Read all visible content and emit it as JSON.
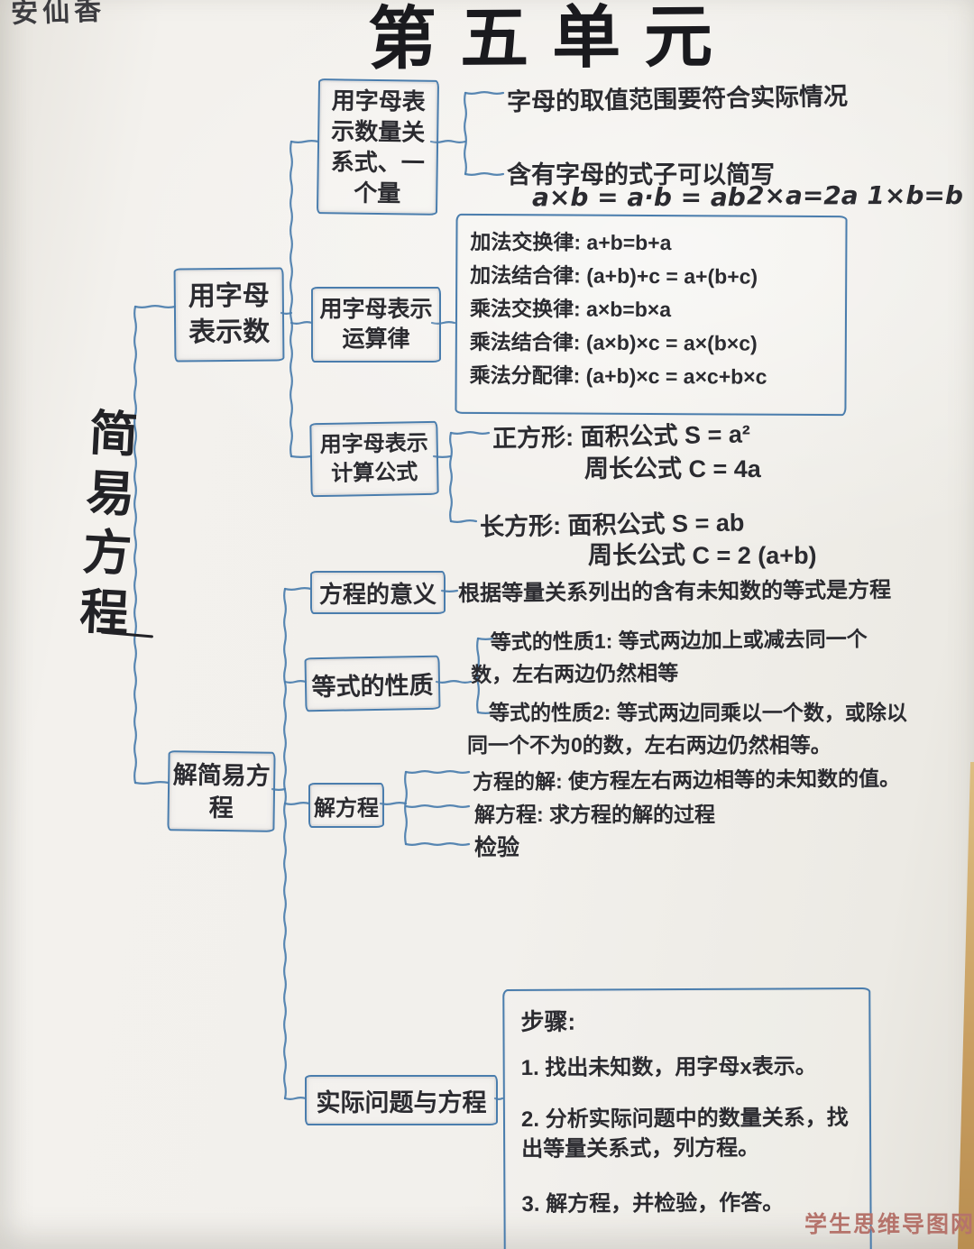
{
  "page": {
    "title": "第五单元",
    "corner_name": "安仙香",
    "watermark": "学生思维导图网"
  },
  "colors": {
    "ink_blue": "#4a7dad",
    "ink_black": "#2b2b30",
    "paper": "#f0eeea",
    "watermark_red": "#b5736b",
    "wood": "#c79d60"
  },
  "root": {
    "label": "简易方程"
  },
  "branch1": {
    "label": "用字母表示数",
    "node_quantity": {
      "label": "用字母表示数量关系式、一个量",
      "note1": "字母的取值范围要符合实际情况",
      "note2": "含有字母的式子可以简写",
      "formula1": "a×b = a·b = ab",
      "formula2": "2×a=2a   1×b=b"
    },
    "node_laws": {
      "label": "用字母表示运算律",
      "laws": [
        "加法交换律: a+b=b+a",
        "加法结合律: (a+b)+c = a+(b+c)",
        "乘法交换律: a×b=b×a",
        "乘法结合律: (a×b)×c = a×(b×c)",
        "乘法分配律: (a+b)×c = a×c+b×c"
      ]
    },
    "node_formulas": {
      "label": "用字母表示计算公式",
      "square_line1": "正方形: 面积公式 S = a²",
      "square_line2": "周长公式 C = 4a",
      "rect_line1": "长方形: 面积公式 S = ab",
      "rect_line2": "周长公式 C = 2 (a+b)"
    }
  },
  "branch2": {
    "label": "解简易方程",
    "node_meaning": {
      "label": "方程的意义",
      "note": "根据等量关系列出的含有未知数的等式是方程"
    },
    "node_properties": {
      "label": "等式的性质",
      "property1": "等式的性质1: 等式两边加上或减去同一个数，左右两边仍然相等",
      "property2": "等式的性质2: 等式两边同乘以一个数，或除以同一个不为0的数，左右两边仍然相等。"
    },
    "node_solving": {
      "label": "解方程",
      "solution_def": "方程的解: 使方程左右两边相等的未知数的值。",
      "solving_def": "解方程: 求方程的解的过程",
      "check_label": "检验"
    },
    "node_practical": {
      "label": "实际问题与方程",
      "steps_title": "步骤:",
      "steps": [
        "1. 找出未知数，用字母x表示。",
        "2. 分析实际问题中的数量关系，找出等量关系式，列方程。",
        "3. 解方程，并检验，作答。"
      ]
    }
  }
}
